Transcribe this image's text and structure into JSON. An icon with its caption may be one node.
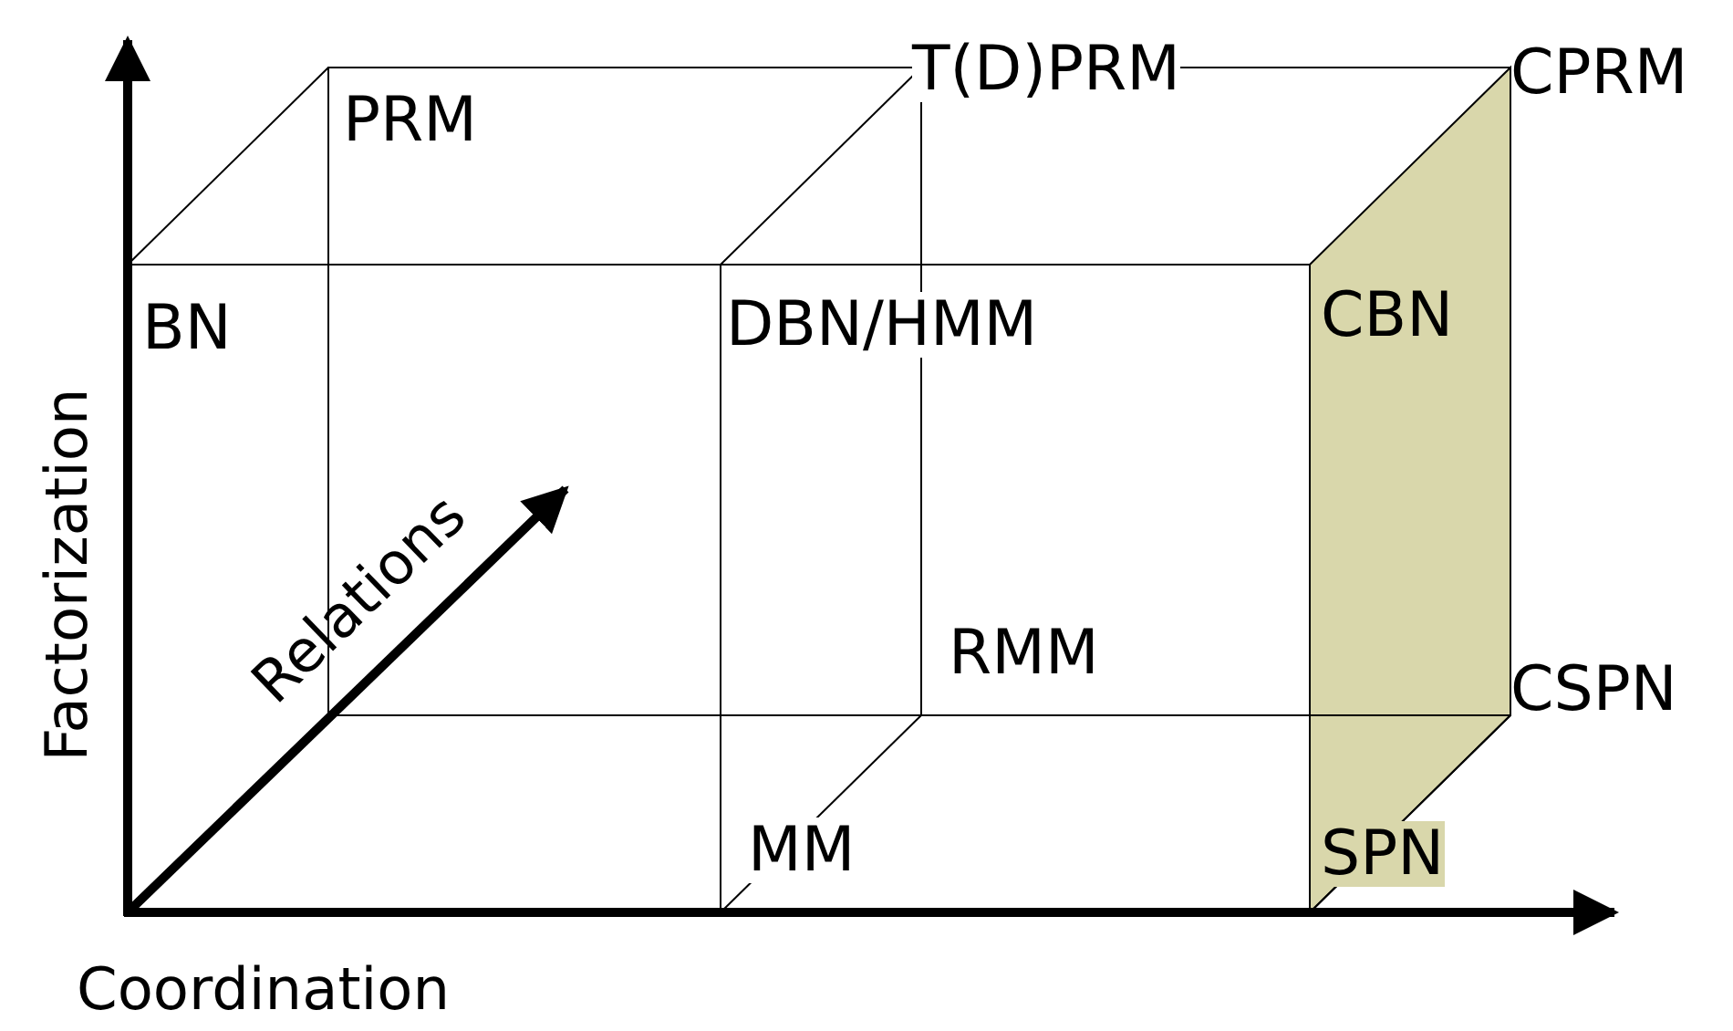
{
  "diagram": {
    "labels": [
      "PRM",
      "T(D)PRM",
      "CPRM",
      "BN",
      "DBN/HMM",
      "CBN",
      "Relations",
      "RMM",
      "CSPN",
      "Factorization",
      "MM",
      "SPN",
      "Coordination"
    ]
  }
}
